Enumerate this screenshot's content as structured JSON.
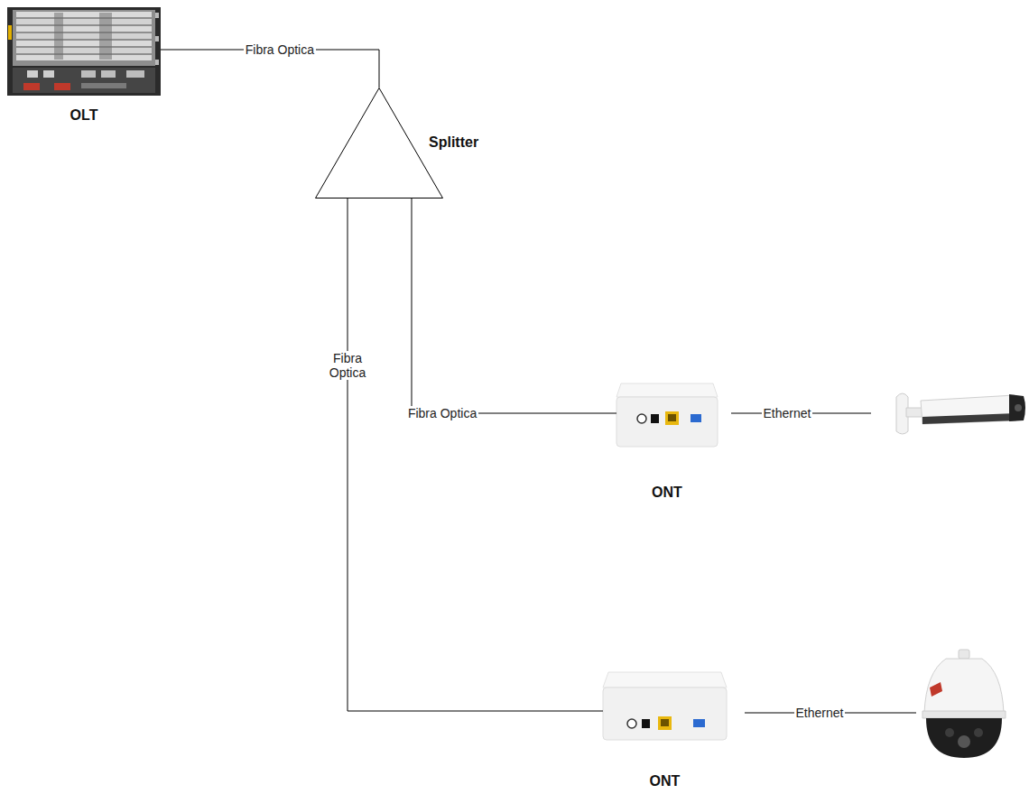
{
  "diagram": {
    "nodes": [
      {
        "text": [
          "OLT"
        ]
      },
      {
        "text": [
          "Splitter"
        ]
      },
      {
        "text": [
          "ONT"
        ]
      },
      {
        "text": [
          "ONT"
        ]
      }
    ],
    "edges": [
      {
        "from": 0,
        "to": 1,
        "arrow": "none",
        "label": "Fibra Optica"
      },
      {
        "from": 1,
        "to": 2,
        "arrow": "none",
        "label": "Fibra Optica"
      },
      {
        "from": 1,
        "to": 3,
        "arrow": "none",
        "label": "Fibra Optica"
      }
    ],
    "labels": [
      "Ethernet",
      "Ethernet"
    ]
  }
}
